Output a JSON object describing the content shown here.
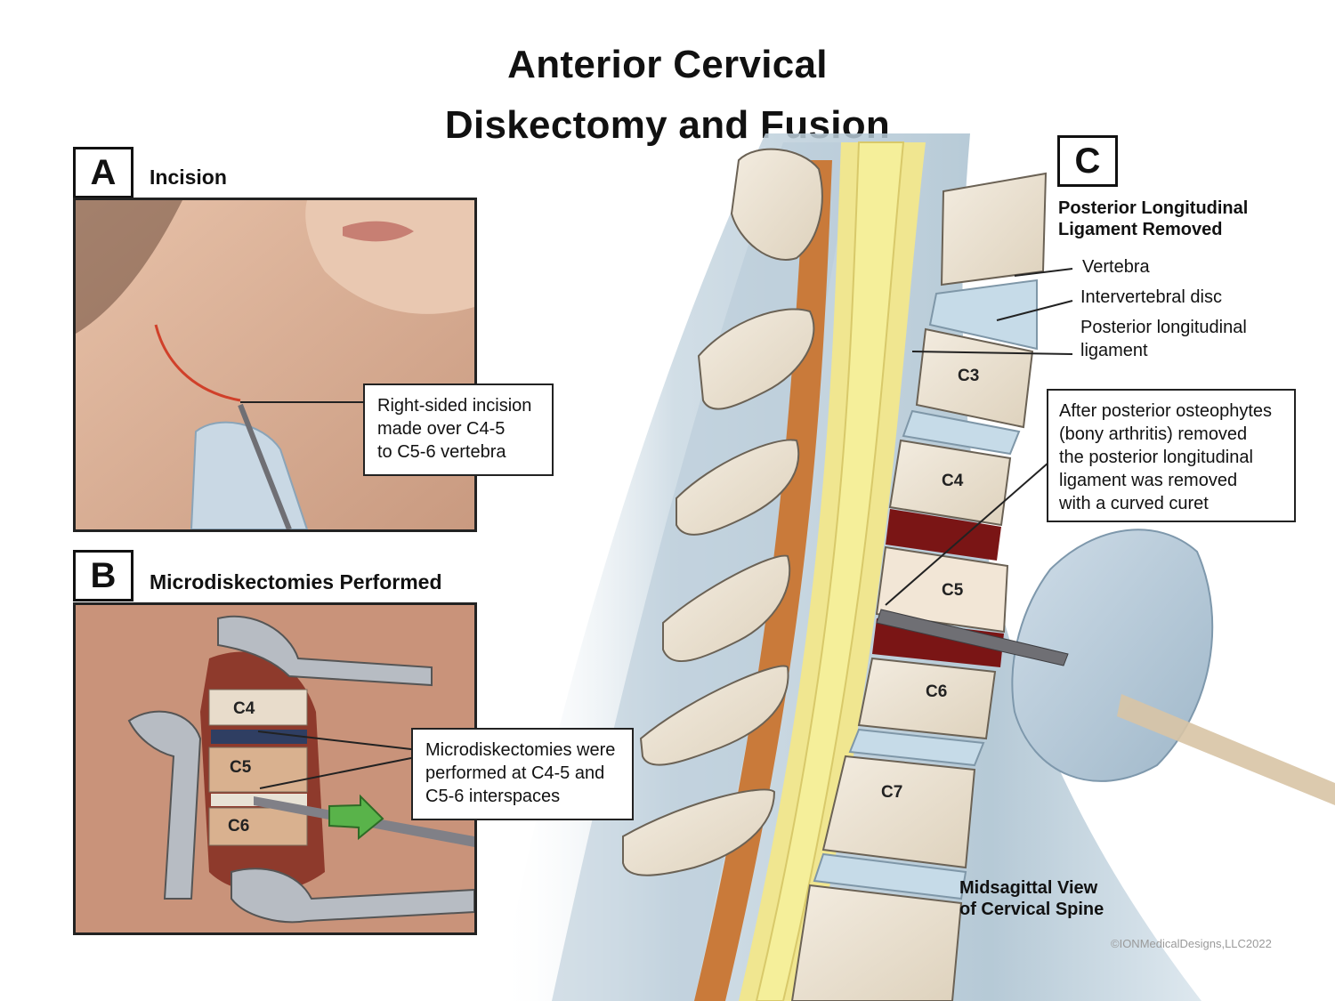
{
  "title": {
    "line1": "Anterior Cervical",
    "line2": "Diskectomy and Fusion"
  },
  "panels": {
    "a": {
      "letter": "A",
      "heading": "Incision",
      "callout": [
        "Right-sided incision",
        "made over C4-5",
        "to C5-6 vertebra"
      ]
    },
    "b": {
      "letter": "B",
      "heading": "Microdiskectomies Performed",
      "callout": [
        "Microdiskectomies were",
        "performed at C4-5 and",
        "C5-6 interspaces"
      ],
      "vertebrae": [
        "C4",
        "C5",
        "C6"
      ]
    },
    "c": {
      "letter": "C",
      "heading": [
        "Posterior Longitudinal",
        "Ligament Removed"
      ],
      "labels": {
        "vertebra": "Vertebra",
        "disc": "Intervertebral disc",
        "ligament": [
          "Posterior longitudinal",
          "ligament"
        ]
      },
      "callout": [
        "After posterior osteophytes",
        "(bony arthritis) removed",
        "the posterior longitudinal",
        "ligament was removed",
        "with a curved curet"
      ],
      "vertebrae": [
        "C3",
        "C4",
        "C5",
        "C6",
        "C7"
      ],
      "caption": [
        "Midsagittal View",
        "of Cervical Spine"
      ]
    }
  },
  "copyright": "©IONMedicalDesigns,LLC2022"
}
